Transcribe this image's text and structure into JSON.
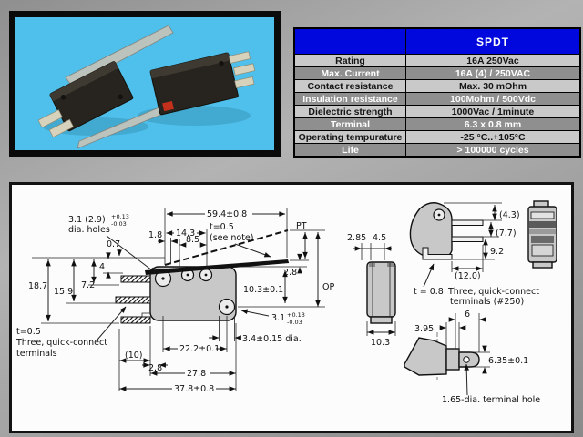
{
  "photo": {
    "background_color": "#4fc0ec",
    "switch_body_color": "#27241f",
    "lever_color": "#bcc3bd"
  },
  "table": {
    "header": "SPDT",
    "header_color": "#0008dd",
    "rows": [
      {
        "label": "Rating",
        "value": "16A 250Vac"
      },
      {
        "label": "Max. Current",
        "value": "16A (4) / 250VAC"
      },
      {
        "label": "Contact resistance",
        "value": "Max. 30 mOhm"
      },
      {
        "label": "Insulation resistance",
        "value": "100Mohm / 500Vdc"
      },
      {
        "label": "Dielectric strength",
        "value": "1000Vac / 1minute"
      },
      {
        "label": "Terminal",
        "value": "6.3 x 0.8 mm"
      },
      {
        "label": "Operating tempurature",
        "value": "-25 °C..+105°C"
      },
      {
        "label": "Life",
        "value": "> 100000 cycles"
      }
    ]
  },
  "drawing": {
    "labels": {
      "overall": "59.4±0.8",
      "d14_3": "14.3",
      "d8_5": "8.5",
      "d1_8": "1.8",
      "lever_t": "t=0.5",
      "lever_note": "(see note)",
      "holes_dia": "3.1 (2.9)",
      "tol_plus": "+0.13",
      "tol_minus": "-0.03",
      "holes_txt": "dia. holes",
      "d0_7": "0.7",
      "d4": "4",
      "d7_2": "7.2",
      "d15_9": "15.9",
      "d18_7": "18.7",
      "pt": "PT",
      "d2_8r": "2.8",
      "op": "OP",
      "d10_3t": "10.3±0.1",
      "hole2": "3.1",
      "d3_4": "3.4±0.15 dia.",
      "d10p": "(10)",
      "d2_8b": "2.8",
      "d22_2": "22.2±0.1",
      "d27_8": "27.8",
      "d37_8": "37.8±0.8",
      "term_t": "t=0.5",
      "term_l1": "Three, quick-connect",
      "term_l2": "terminals",
      "s2_85": "2.85",
      "s4_5": "4.5",
      "s10_3": "10.3",
      "r4_3": "(4.3)",
      "r7_7": "(7.7)",
      "r9_2": "9.2",
      "r12_0": "(12.0)",
      "r_t": "t = 0.8",
      "r_l1": "Three, quick-connect",
      "r_l2": "terminals (#250)",
      "a3_95": "3.95",
      "a6": "6",
      "a6_35": "6.35±0.1",
      "a_hole": "1.65-dia. terminal hole"
    }
  }
}
